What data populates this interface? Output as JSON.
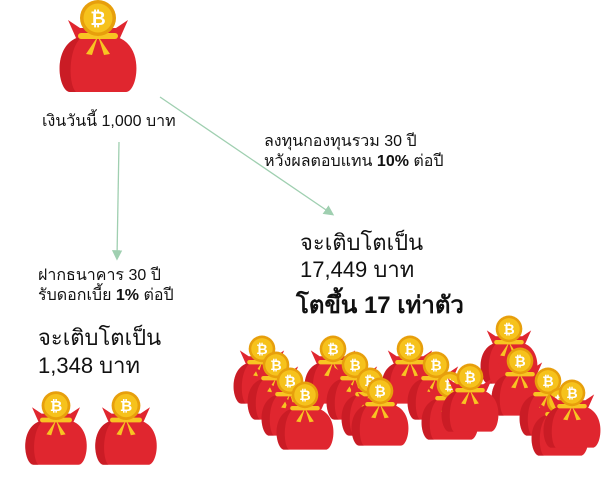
{
  "start": {
    "label": "เงินวันนี้ 1,000 บาท"
  },
  "fund": {
    "line1": "ลงทุนกองทุนรวม 30 ปี",
    "line2_prefix": "หวังผลตอบแทน ",
    "line2_bold": "10%",
    "line2_suffix": " ต่อปี",
    "result_label": "จะเติบโตเป็น",
    "result_value": "17,449 บาท",
    "headline": "โตขึ้น 17 เท่าตัว"
  },
  "bank": {
    "line1": "ฝากธนาคาร 30 ปี",
    "line2_prefix": "รับดอกเบี้ย ",
    "line2_bold": "1%",
    "line2_suffix": " ต่อปี",
    "result_label": "จะเติบโตเป็น",
    "result_value": "1,348 บาท"
  },
  "colors": {
    "bag_red": "#e0262f",
    "bag_dark": "#b8141d",
    "coin_gold": "#f6c21c",
    "coin_shade": "#e79f0c",
    "ribbon": "#f8c422",
    "arrow": "#9fcfb0"
  },
  "icons": {
    "bag": "money-bag-bitcoin-icon",
    "coin": "bitcoin-coin-icon"
  }
}
